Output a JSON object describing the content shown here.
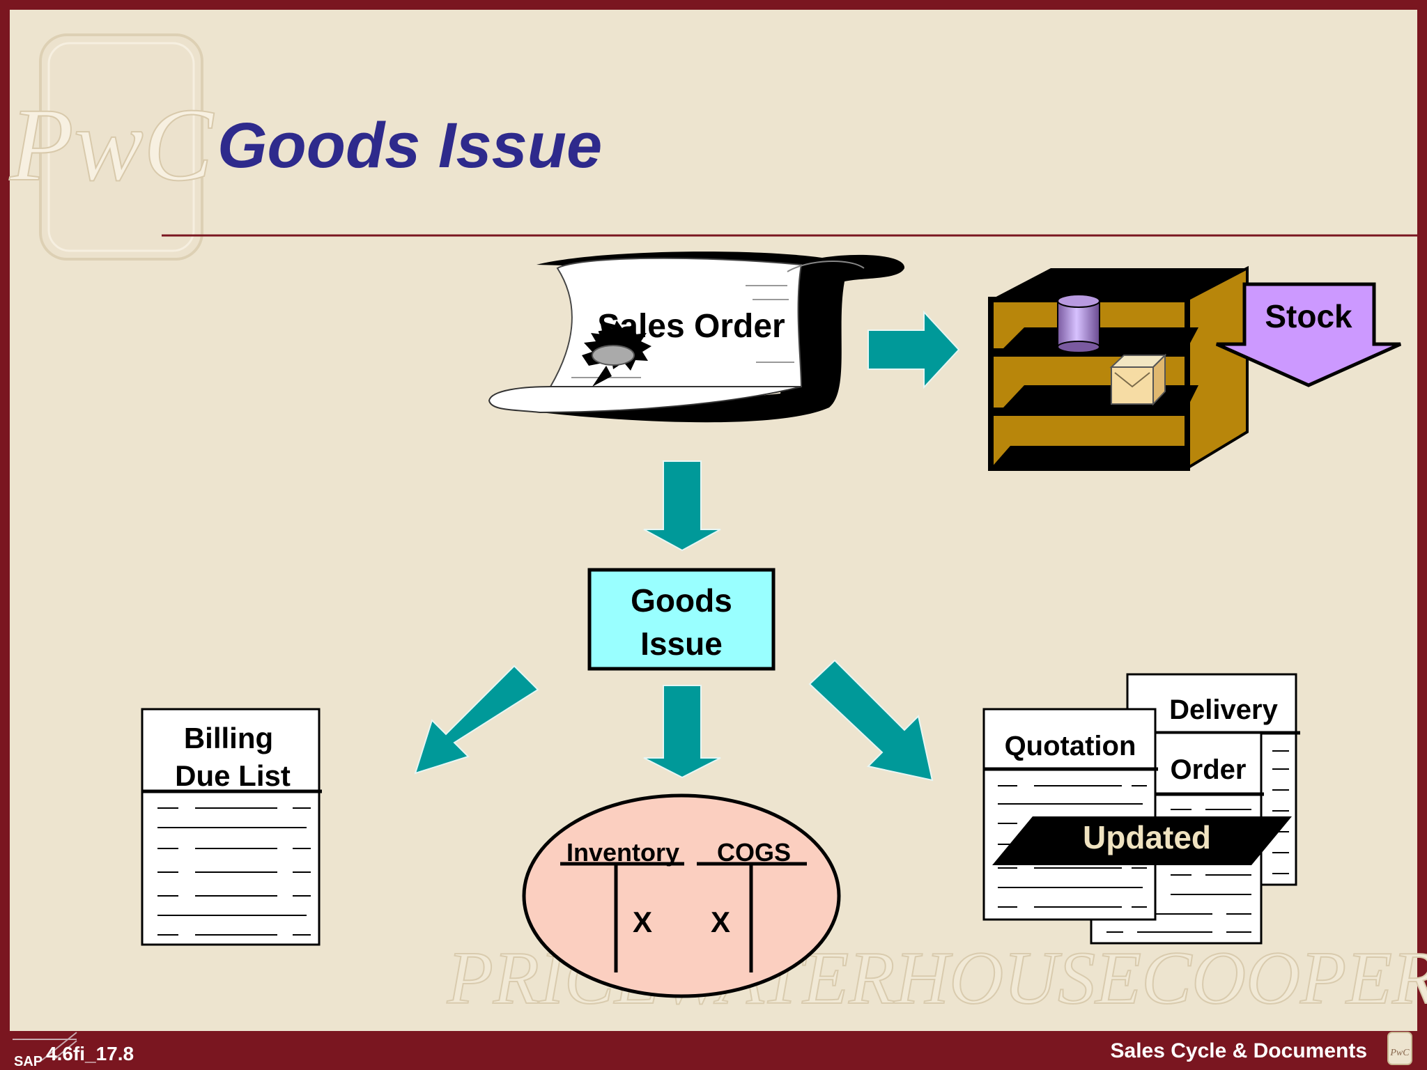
{
  "slide": {
    "title": "Goods Issue",
    "logo": "PwC",
    "watermark": "PRICEWATERHOUSECOOPERS",
    "footer_left_code": "4.6fi_17.8",
    "footer_left_brand": "SAP",
    "footer_right": "Sales Cycle & Documents",
    "footer_logo": "PwC"
  },
  "diagram": {
    "sales_order": "Sales Order",
    "stock": "Stock",
    "goods_issue": [
      "Goods",
      "Issue"
    ],
    "billing": [
      "Billing",
      "Due List"
    ],
    "t_account_left": "Inventory",
    "t_account_right": "COGS",
    "t_left_entry": "X",
    "t_right_entry": "X",
    "doc_back_title": "Delivery",
    "doc_mid_title": "Order",
    "doc_front_title": "Quotation",
    "updated_banner": "Updated"
  },
  "colors": {
    "background": "#ede4cf",
    "frame": "#7a1620",
    "title": "#2e2a8c",
    "arrow": "#009999",
    "goods_issue_box": "#99ffff",
    "stock_arrow": "#cc99ff",
    "shelf": "#b8860b",
    "ellipse": "#fbcfc0"
  },
  "icons": [
    "pwc-logo-icon",
    "scroll-icon",
    "shelf-icon",
    "teal-arrow-icon",
    "document-icon"
  ]
}
